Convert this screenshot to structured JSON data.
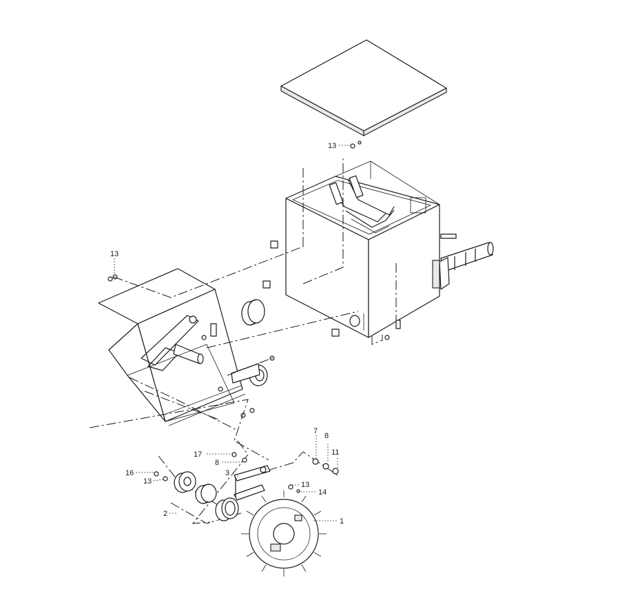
{
  "callouts": {
    "c1": "1",
    "c2": "2",
    "c3": "3",
    "c7": "7",
    "c8a": "8",
    "c8b": "8",
    "c11": "11",
    "c13_top": "13",
    "c13_left": "13",
    "c13_bottom": "13",
    "c13_mid": "13",
    "c14": "14",
    "c16": "16",
    "c17": "17"
  },
  "colors": {
    "ink": "#1a1a1a",
    "paper": "#ffffff"
  }
}
